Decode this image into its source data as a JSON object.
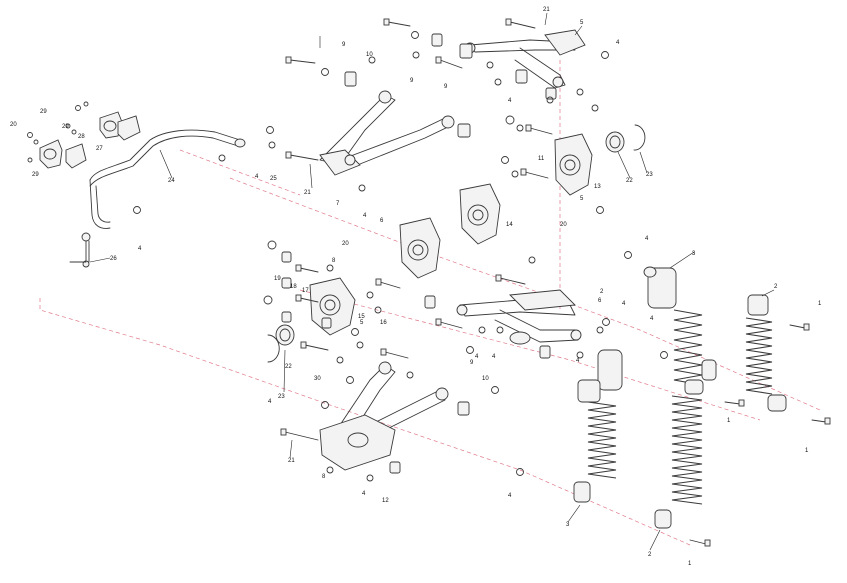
{
  "callouts": [
    {
      "label": "1"
    },
    {
      "label": "1"
    },
    {
      "label": "1"
    },
    {
      "label": "1"
    },
    {
      "label": "2"
    },
    {
      "label": "2"
    },
    {
      "label": "2"
    },
    {
      "label": "3"
    },
    {
      "label": "3"
    },
    {
      "label": "4"
    },
    {
      "label": "4"
    },
    {
      "label": "4"
    },
    {
      "label": "4"
    },
    {
      "label": "4"
    },
    {
      "label": "4"
    },
    {
      "label": "4"
    },
    {
      "label": "4"
    },
    {
      "label": "4"
    },
    {
      "label": "4"
    },
    {
      "label": "4"
    },
    {
      "label": "4"
    },
    {
      "label": "4"
    },
    {
      "label": "4"
    },
    {
      "label": "5"
    },
    {
      "label": "5"
    },
    {
      "label": "5"
    },
    {
      "label": "6"
    },
    {
      "label": "6"
    },
    {
      "label": "7"
    },
    {
      "label": "8"
    },
    {
      "label": "8"
    },
    {
      "label": "9"
    },
    {
      "label": "9"
    },
    {
      "label": "9"
    },
    {
      "label": "9"
    },
    {
      "label": "10"
    },
    {
      "label": "10"
    },
    {
      "label": "11"
    },
    {
      "label": "12"
    },
    {
      "label": "13"
    },
    {
      "label": "14"
    },
    {
      "label": "15"
    },
    {
      "label": "16"
    },
    {
      "label": "17"
    },
    {
      "label": "18"
    },
    {
      "label": "19"
    },
    {
      "label": "20"
    },
    {
      "label": "20"
    },
    {
      "label": "20"
    },
    {
      "label": "21"
    },
    {
      "label": "21"
    },
    {
      "label": "21"
    },
    {
      "label": "22"
    },
    {
      "label": "22"
    },
    {
      "label": "23"
    },
    {
      "label": "23"
    },
    {
      "label": "24"
    },
    {
      "label": "25"
    },
    {
      "label": "26"
    },
    {
      "label": "27"
    },
    {
      "label": "28"
    },
    {
      "label": "29"
    },
    {
      "label": "29"
    },
    {
      "label": "29"
    },
    {
      "label": "30"
    }
  ]
}
